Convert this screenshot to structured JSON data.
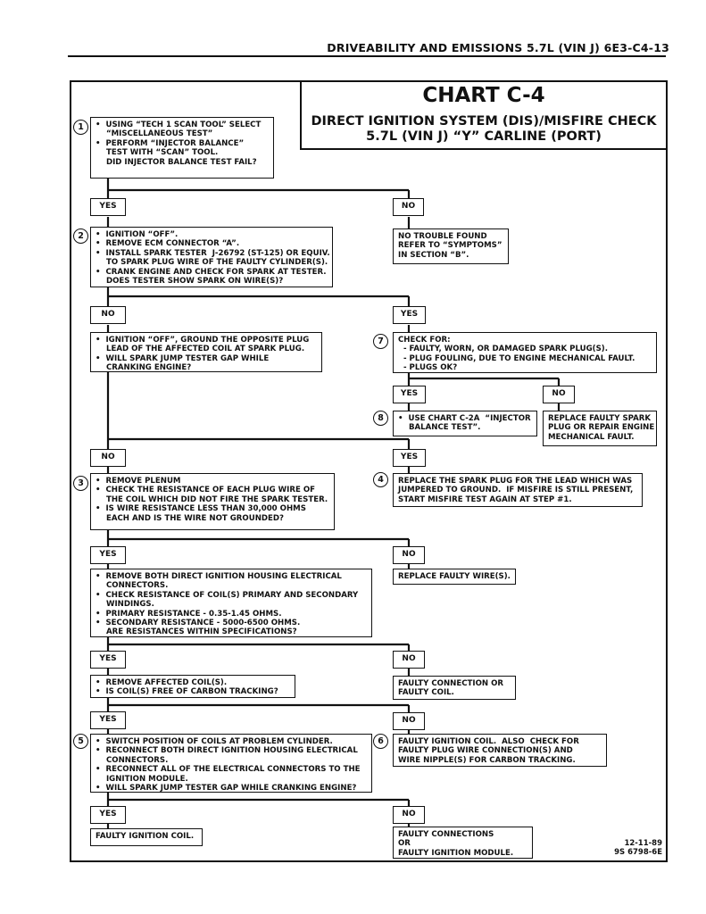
{
  "header": {
    "text": "DRIVEABILITY AND EMISSIONS 5.7L  (VIN J)  6E3-C4-13"
  },
  "title": {
    "chart": "CHART C-4",
    "subtitle_line1": "DIRECT IGNITION SYSTEM (DIS)/MISFIRE CHECK",
    "subtitle_line2": "5.7L  (VIN J)  “Y”  CARLINE  (PORT)"
  },
  "steps": {
    "s1": "1",
    "s2": "2",
    "s3": "3",
    "s4": "4",
    "s5": "5",
    "s6": "6",
    "s7": "7",
    "s8": "8"
  },
  "boxes": {
    "b1": [
      "•  USING “TECH 1 SCAN TOOL” SELECT",
      "    “MISCELLANEOUS TEST”",
      "•  PERFORM “INJECTOR BALANCE”",
      "    TEST WITH “SCAN” TOOL.",
      "    DID INJECTOR BALANCE TEST FAIL?"
    ],
    "b2": [
      "•  IGNITION “OFF”.",
      "•  REMOVE ECM CONNECTOR “A”.",
      "•  INSTALL SPARK TESTER  J-26792 (ST-125) OR EQUIV.",
      "    TO SPARK PLUG WIRE OF THE FAULTY CYLINDER(S).",
      "•  CRANK ENGINE AND CHECK FOR SPARK AT TESTER.",
      "    DOES TESTER SHOW SPARK ON WIRE(S)?"
    ],
    "b_no_trouble": [
      "NO TROUBLE FOUND",
      "REFER TO “SYMPTOMS”",
      "IN SECTION “B”."
    ],
    "b_ground": [
      "•  IGNITION “OFF”, GROUND THE OPPOSITE PLUG",
      "    LEAD OF THE AFFECTED COIL AT SPARK PLUG.",
      "•  WILL SPARK JUMP TESTER GAP WHILE",
      "    CRANKING ENGINE?"
    ],
    "b7": [
      "CHECK FOR:",
      "  - FAULTY, WORN, OR DAMAGED SPARK PLUG(S).",
      "  - PLUG FOULING, DUE TO ENGINE MECHANICAL FAULT.",
      "  - PLUGS OK?"
    ],
    "b8": [
      "•  USE CHART C-2A  “INJECTOR",
      "    BALANCE TEST”."
    ],
    "b_replace_plug": [
      "REPLACE FAULTY SPARK",
      "PLUG OR REPAIR ENGINE",
      "MECHANICAL FAULT."
    ],
    "b3": [
      "•  REMOVE PLENUM",
      "•  CHECK THE RESISTANCE OF EACH PLUG WIRE OF",
      "    THE COIL WHICH DID NOT FIRE THE SPARK TESTER.",
      "•  IS WIRE RESISTANCE LESS THAN 30,000 OHMS",
      "    EACH AND IS THE WIRE NOT GROUNDED?"
    ],
    "b4": [
      "REPLACE THE SPARK PLUG FOR THE LEAD WHICH WAS",
      "JUMPERED TO GROUND.  IF MISFIRE IS STILL PRESENT,",
      "START MISFIRE TEST AGAIN AT STEP #1."
    ],
    "b_coil_res": [
      "•  REMOVE BOTH DIRECT IGNITION HOUSING ELECTRICAL",
      "    CONNECTORS.",
      "•  CHECK RESISTANCE OF COIL(S) PRIMARY AND SECONDARY",
      "    WINDINGS.",
      "•  PRIMARY RESISTANCE - 0.35-1.45 OHMS.",
      "•  SECONDARY RESISTANCE - 5000-6500 OHMS.",
      "    ARE RESISTANCES WITHIN SPECIFICATIONS?"
    ],
    "b_replace_wire": [
      "REPLACE FAULTY WIRE(S)."
    ],
    "b_remove_coil": [
      "•  REMOVE AFFECTED COIL(S).",
      "•  IS COIL(S) FREE OF CARBON TRACKING?"
    ],
    "b_faulty_conn_coil": [
      "FAULTY CONNECTION OR",
      "FAULTY COIL."
    ],
    "b5": [
      "•  SWITCH POSITION OF COILS AT PROBLEM CYLINDER.",
      "•  RECONNECT BOTH DIRECT IGNITION HOUSING ELECTRICAL",
      "    CONNECTORS.",
      "•  RECONNECT ALL OF THE ELECTRICAL CONNECTORS TO THE",
      "    IGNITION MODULE.",
      "•  WILL SPARK JUMP TESTER GAP WHILE CRANKING ENGINE?"
    ],
    "b6": [
      "FAULTY IGNITION COIL.  ALSO  CHECK FOR",
      "FAULTY PLUG WIRE CONNECTION(S) AND",
      "WIRE NIPPLE(S) FOR CARBON TRACKING."
    ],
    "b_faulty_ign_coil": [
      "FAULTY IGNITION COIL."
    ],
    "b_faulty_module": [
      "FAULTY CONNECTIONS",
      "OR",
      "FAULTY IGNITION MODULE."
    ]
  },
  "labels": {
    "yes": "YES",
    "no": "NO"
  },
  "footer": {
    "date": "12-11-89",
    "code": "9S 6798-6E"
  }
}
